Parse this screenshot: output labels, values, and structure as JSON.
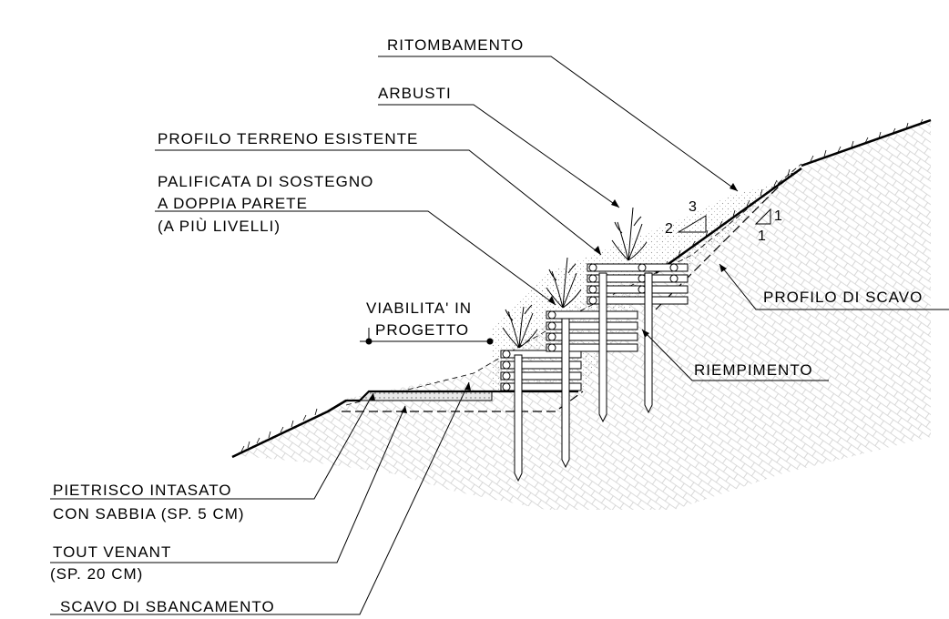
{
  "labels": {
    "ritombamento": "RITOMBAMENTO",
    "arbusti": "ARBUSTI",
    "profilo_terreno": "PROFILO TERRENO ESISTENTE",
    "palificata_1": "PALIFICATA DI SOSTEGNO",
    "palificata_2": "A DOPPIA PARETE",
    "palificata_3": "(A PIÙ LIVELLI)",
    "viabilita_1": "VIABILITA' IN",
    "viabilita_2": "PROGETTO",
    "profilo_scavo": "PROFILO DI SCAVO",
    "riempimento": "RIEMPIMENTO",
    "pietrisco_1": "PIETRISCO INTASATO",
    "pietrisco_2": "CON SABBIA (SP. 5 CM)",
    "tout_1": "TOUT VENANT",
    "tout_2": "(SP. 20 CM)",
    "scavo_sbancamento": "SCAVO DI SBANCAMENTO"
  },
  "slopes": {
    "terrain_h": "3",
    "terrain_v": "2",
    "excavation_h": "1",
    "excavation_v": "1"
  }
}
